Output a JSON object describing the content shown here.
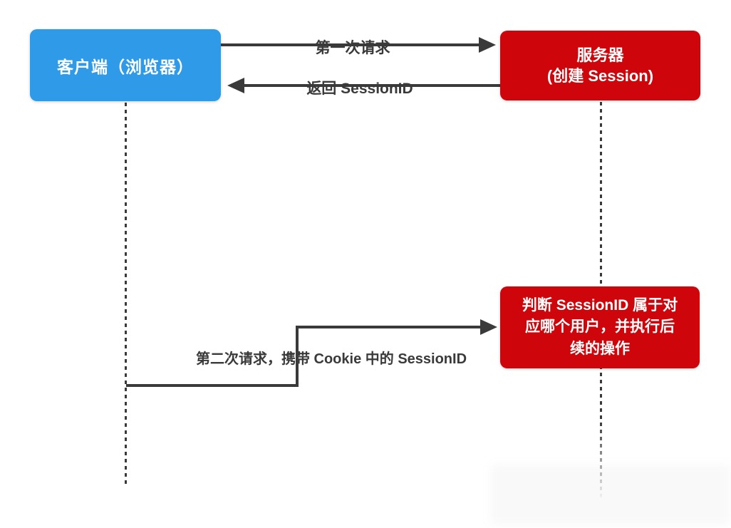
{
  "colors": {
    "client-box": "#2F9AE8",
    "server-box": "#CE060B",
    "line": "#3A3A3A",
    "label-text": "#3A3A3A",
    "box-text": "#FFFFFF"
  },
  "client_box": {
    "label": "客户端（浏览器）"
  },
  "server_box": {
    "lines": {
      "0": "服务器",
      "1": "(创建 Session)"
    }
  },
  "process_box": {
    "lines": {
      "0": "判断 SessionID 属于对",
      "1": "应哪个用户，并执行后",
      "2": "续的操作"
    }
  },
  "arrows": {
    "first_request": {
      "label": "第一次请求"
    },
    "return_session_id": {
      "label": "返回 SessionID"
    },
    "second_request": {
      "label": "第二次请求，携带 Cookie 中的 SessionID"
    }
  }
}
